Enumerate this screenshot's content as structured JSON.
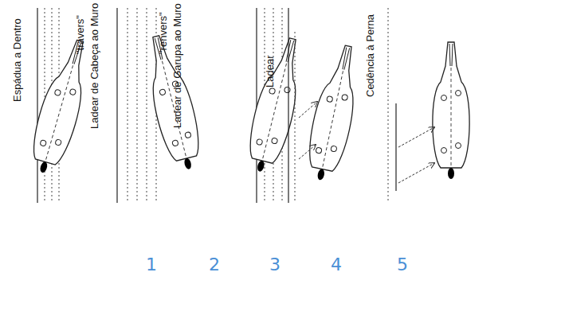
{
  "diagram": {
    "labels": [
      "Espádua a Dentro",
      "\"travers\"",
      "Ladear de Cabeça ao Muro",
      "\"renvers\"",
      "Ladear de Garupa ao Muro",
      "Ladear",
      "Cedência à Perna",
      "1",
      "2",
      "3",
      "4",
      "5"
    ]
  }
}
